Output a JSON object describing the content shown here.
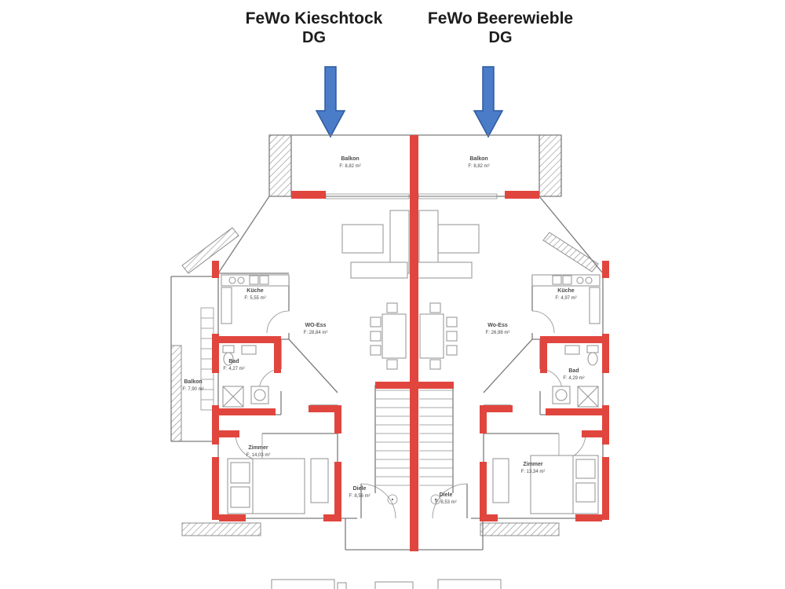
{
  "page": {
    "background": "#ffffff"
  },
  "annotations": {
    "left": {
      "title": "FeWo Kieschtock",
      "subtitle": "DG"
    },
    "right": {
      "title": "FeWo Beerewieble",
      "subtitle": "DG"
    }
  },
  "colors": {
    "arrow_fill": "#4a7cc7",
    "arrow_outline": "#2e5aa0",
    "wall_red": "#e0463e",
    "line_gray": "#7c7c7c"
  },
  "floorplan": {
    "rooms": {
      "balkon_top_left": {
        "name": "Balkon",
        "area": "F: 8,82 m²"
      },
      "balkon_top_right": {
        "name": "Balkon",
        "area": "F: 8,82 m²"
      },
      "kueche_left": {
        "name": "Küche",
        "area": "F: 5,55 m²"
      },
      "kueche_right": {
        "name": "Küche",
        "area": "F: 4,97 m²"
      },
      "wohness_left": {
        "name": "WO-Ess",
        "area": "F: 28,84 m²"
      },
      "wohness_right": {
        "name": "Wo-Ess",
        "area": "F: 26,98 m²"
      },
      "bad_left": {
        "name": "Bad",
        "area": "F: 4,27 m²"
      },
      "bad_right": {
        "name": "Bad",
        "area": "F: 4,29 m²"
      },
      "balkon_side_left": {
        "name": "Balkon",
        "area": "F: 7,90 m²"
      },
      "zimmer_left": {
        "name": "Zimmer",
        "area": "F: 14,03 m²"
      },
      "zimmer_right": {
        "name": "Zimmer",
        "area": "F: 13,34 m²"
      },
      "diele_left": {
        "name": "Diele",
        "area": "F: 8,56 m²"
      },
      "diele_right": {
        "name": "Diele",
        "area": "F: 8,53 m²"
      }
    }
  }
}
